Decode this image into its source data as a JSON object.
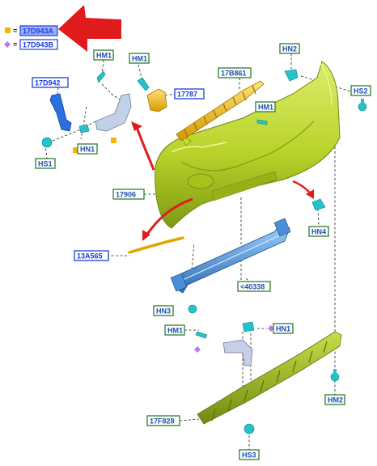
{
  "legend": {
    "entries": [
      {
        "marker": "orange-square",
        "color": "#f5b400",
        "equals": "=",
        "code": "17D943A",
        "highlight": true
      },
      {
        "marker": "purple-diamond",
        "color": "#b57be8",
        "equals": "=",
        "code": "17D943B",
        "highlight": false
      }
    ]
  },
  "labels": {
    "hm1_top_left": "HM1",
    "hm1_top_mid": "HM1",
    "hn2": "HN2",
    "hs2": "HS2",
    "code_17d942": "17D942",
    "code_17787": "17787",
    "code_17b861": "17B861",
    "hm1_right": "HM1",
    "hn1_left": "HN1",
    "hs1": "HS1",
    "code_17906": "17906",
    "hn4": "HN4",
    "code_13a565": "13A565",
    "code_40338": "<40338",
    "hn3": "HN3",
    "hm1_lower": "HM1",
    "hn1_lower": "HN1",
    "hm2": "HM2",
    "code_17f828": "17F828",
    "hs3": "HS3"
  },
  "colors": {
    "bumper": "#b9d22a",
    "bumper_dark": "#7f9a12",
    "bumper_light": "#dcee6a",
    "beam": "#5fa6ea",
    "beam_dark": "#2e6db3",
    "bracket_yellow": "#f5c21a",
    "strip": "#f2b300",
    "fastener": "#22c4c9",
    "arrow_red": "#e01b1b",
    "bracket_silver": "#aab4c8"
  }
}
